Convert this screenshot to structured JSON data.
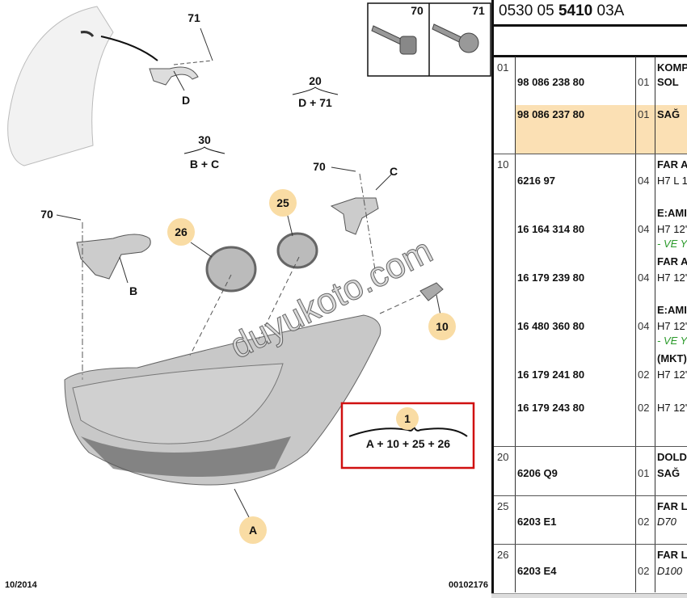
{
  "diagram": {
    "labels": {
      "d": "D",
      "b": "B",
      "c": "C",
      "n71": "71",
      "n70a": "70",
      "n70b": "70",
      "n70box": "70",
      "n71box": "71"
    },
    "groups": [
      {
        "num": "20",
        "parts": "D + 71"
      },
      {
        "num": "30",
        "parts": "B + C"
      }
    ],
    "bubbles": {
      "b26": "26",
      "b25": "25",
      "b10": "10",
      "bA": "A",
      "b1": "1"
    },
    "assembly_parts": "A + 10 + 25 + 26",
    "watermark": "duyukoto.com",
    "date": "10/2014",
    "drawing_number": "00102176"
  },
  "parts_list": {
    "title_pre": "0530 05 ",
    "title_bold": "5410",
    "title_post": " 03A",
    "rows": [
      {
        "idx": "01",
        "lines": [
          {
            "desc": "KOMP",
            "style": "b"
          },
          {
            "pn": "98 086 238 80",
            "qty": "01",
            "desc": "SOL",
            "style": "b"
          },
          {
            "pn": "98 086 237 80",
            "qty": "01",
            "desc": "SAĞ",
            "style": "b"
          }
        ]
      },
      {
        "idx": "10",
        "lines": [
          {
            "desc": "FAR A",
            "style": "b"
          },
          {
            "pn": "6216 97",
            "qty": "04",
            "desc": "H7 L 1"
          },
          {
            "desc": "E:AMI",
            "style": "b"
          },
          {
            "pn": "16 164 314 80",
            "qty": "04",
            "desc": "H7 12'"
          },
          {
            "desc": "- VE Y",
            "style": "g"
          },
          {
            "desc": "FAR A",
            "style": "b"
          },
          {
            "pn": "16 179 239 80",
            "qty": "04",
            "desc": "H7 12'"
          },
          {
            "desc": "E:AMI",
            "style": "b"
          },
          {
            "pn": "16 480 360 80",
            "qty": "04",
            "desc": "H7 12'"
          },
          {
            "desc": "- VE Y",
            "style": "g"
          },
          {
            "desc": "(MKT)",
            "style": "b"
          },
          {
            "pn": "16 179 241 80",
            "qty": "02",
            "desc": "H7 12'"
          },
          {
            "pn": "16 179 243 80",
            "qty": "02",
            "desc": "H7 12'"
          }
        ]
      },
      {
        "idx": "20",
        "lines": [
          {
            "desc": "DOLD",
            "style": "b"
          },
          {
            "pn": "6206 Q9",
            "qty": "01",
            "desc": "SAĞ",
            "style": "b"
          }
        ]
      },
      {
        "idx": "25",
        "lines": [
          {
            "desc": "FAR L",
            "style": "b"
          },
          {
            "pn": "6203 E1",
            "qty": "02",
            "desc": "D70",
            "style": "i"
          }
        ]
      },
      {
        "idx": "26",
        "lines": [
          {
            "desc": "FAR L",
            "style": "b"
          },
          {
            "pn": "6203 E4",
            "qty": "02",
            "desc": "D100",
            "style": "i"
          }
        ]
      }
    ]
  }
}
